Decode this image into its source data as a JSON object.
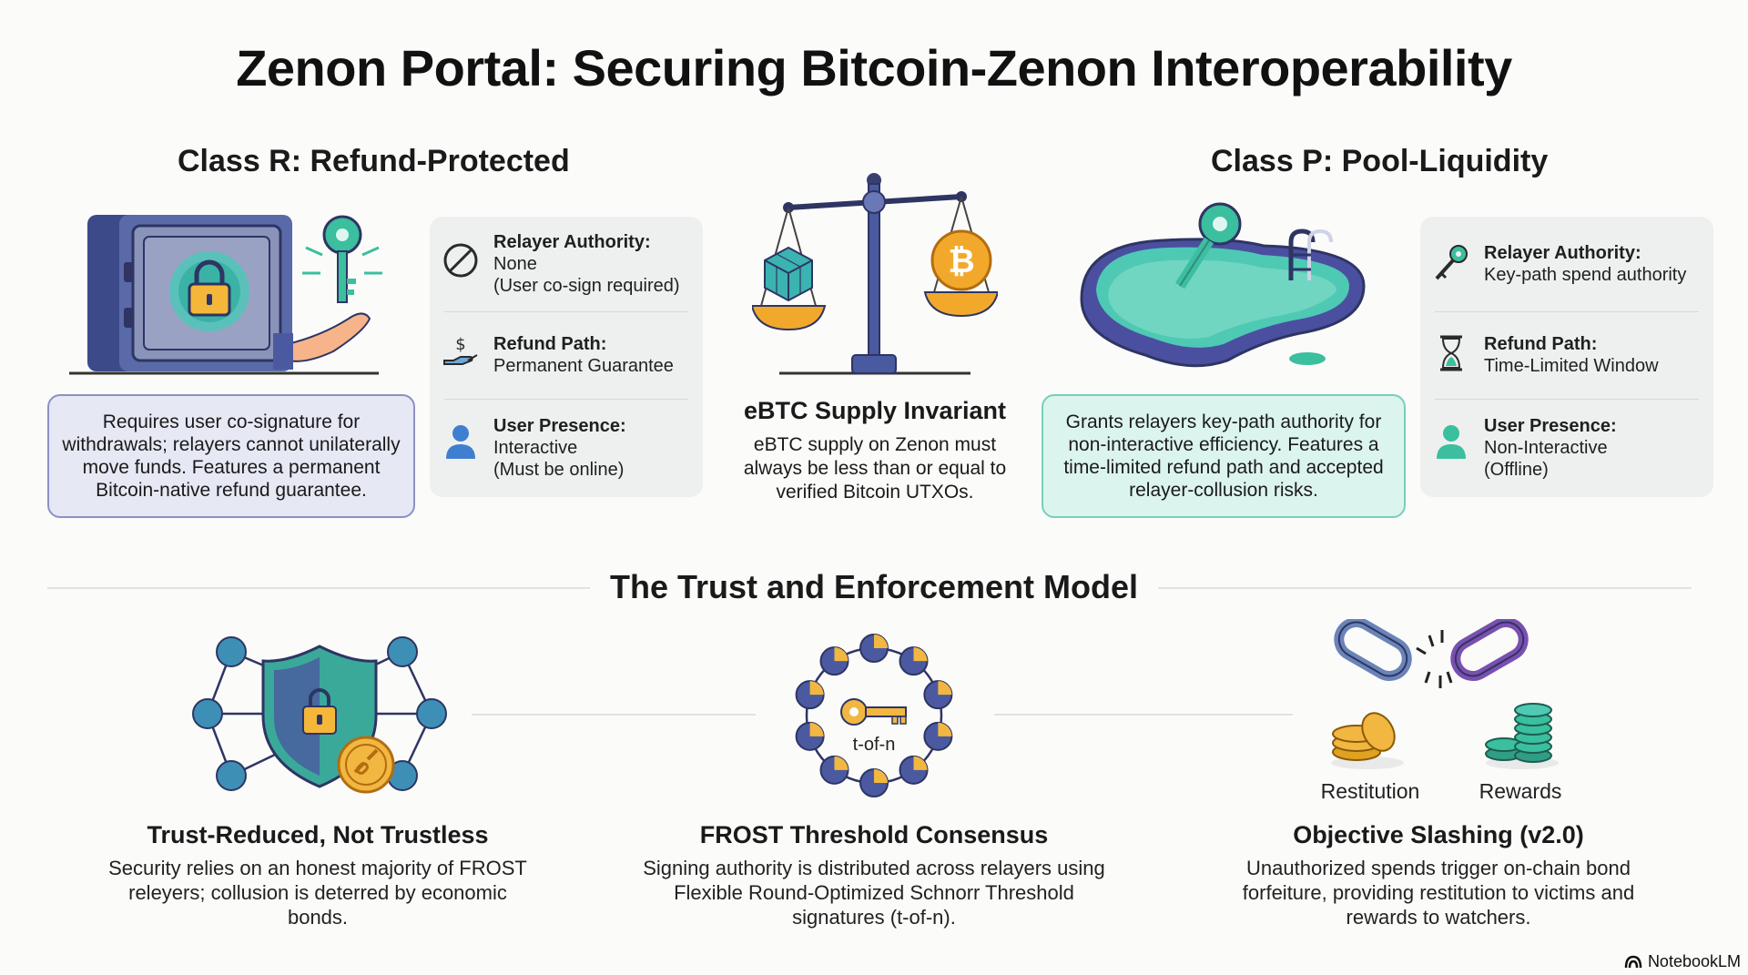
{
  "title": "Zenon Portal: Securing Bitcoin-Zenon Interoperability",
  "class_r": {
    "title": "Class R: Refund-Protected",
    "description": "Requires user co-signature for withdrawals; relayers cannot unilaterally move funds. Features a permanent Bitcoin-native refund guarantee.",
    "rows": [
      {
        "label": "Relayer Authority:",
        "lines": [
          "None",
          "(User co-sign required)"
        ],
        "icon": "prohibited-icon"
      },
      {
        "label": "Refund Path:",
        "lines": [
          "Permanent Guarantee"
        ],
        "icon": "refund-hand-icon"
      },
      {
        "label": "User Presence:",
        "lines": [
          "Interactive",
          "(Must be online)"
        ],
        "icon": "user-icon"
      }
    ]
  },
  "center": {
    "title": "eBTC Supply Invariant",
    "description": "eBTC supply on Zenon must always be less than or equal to verified Bitcoin UTXOs."
  },
  "class_p": {
    "title": "Class P: Pool-Liquidity",
    "description": "Grants relayers key-path authority for non-interactive efficiency. Features a time-limited refund path and accepted relayer-collusion risks.",
    "rows": [
      {
        "label": "Relayer Authority:",
        "lines": [
          "Key-path spend authority"
        ],
        "icon": "key-icon"
      },
      {
        "label": "Refund Path:",
        "lines": [
          "Time-Limited Window"
        ],
        "icon": "hourglass-icon"
      },
      {
        "label": "User Presence:",
        "lines": [
          "Non-Interactive",
          "(Offline)"
        ],
        "icon": "user-icon"
      }
    ]
  },
  "trust_section": {
    "title": "The Trust and Enforcement Model",
    "columns": [
      {
        "title": "Trust-Reduced, Not Trustless",
        "description": "Security relies on an honest majority of FROST releyers; collusion is deterred by economic bonds."
      },
      {
        "title": "FROST Threshold Consensus",
        "description": "Signing authority is distributed across relayers using Flexible Round-Optimized Schnorr Threshold signatures (t-of-n)."
      },
      {
        "title": "Objective Slashing (v2.0)",
        "description": "Unauthorized spends trigger on-chain bond forfeiture, providing restitution to victims and rewards to watchers."
      }
    ],
    "threshold_label": "t-of-n",
    "restitution_label": "Restitution",
    "rewards_label": "Rewards"
  },
  "brand": "NotebookLM",
  "colors": {
    "class_r_box": "#e6e8f4",
    "class_p_box": "#dcf4ee",
    "accent_teal": "#3bbf9e",
    "accent_indigo": "#4b4f9e",
    "gold": "#f2a92b"
  }
}
